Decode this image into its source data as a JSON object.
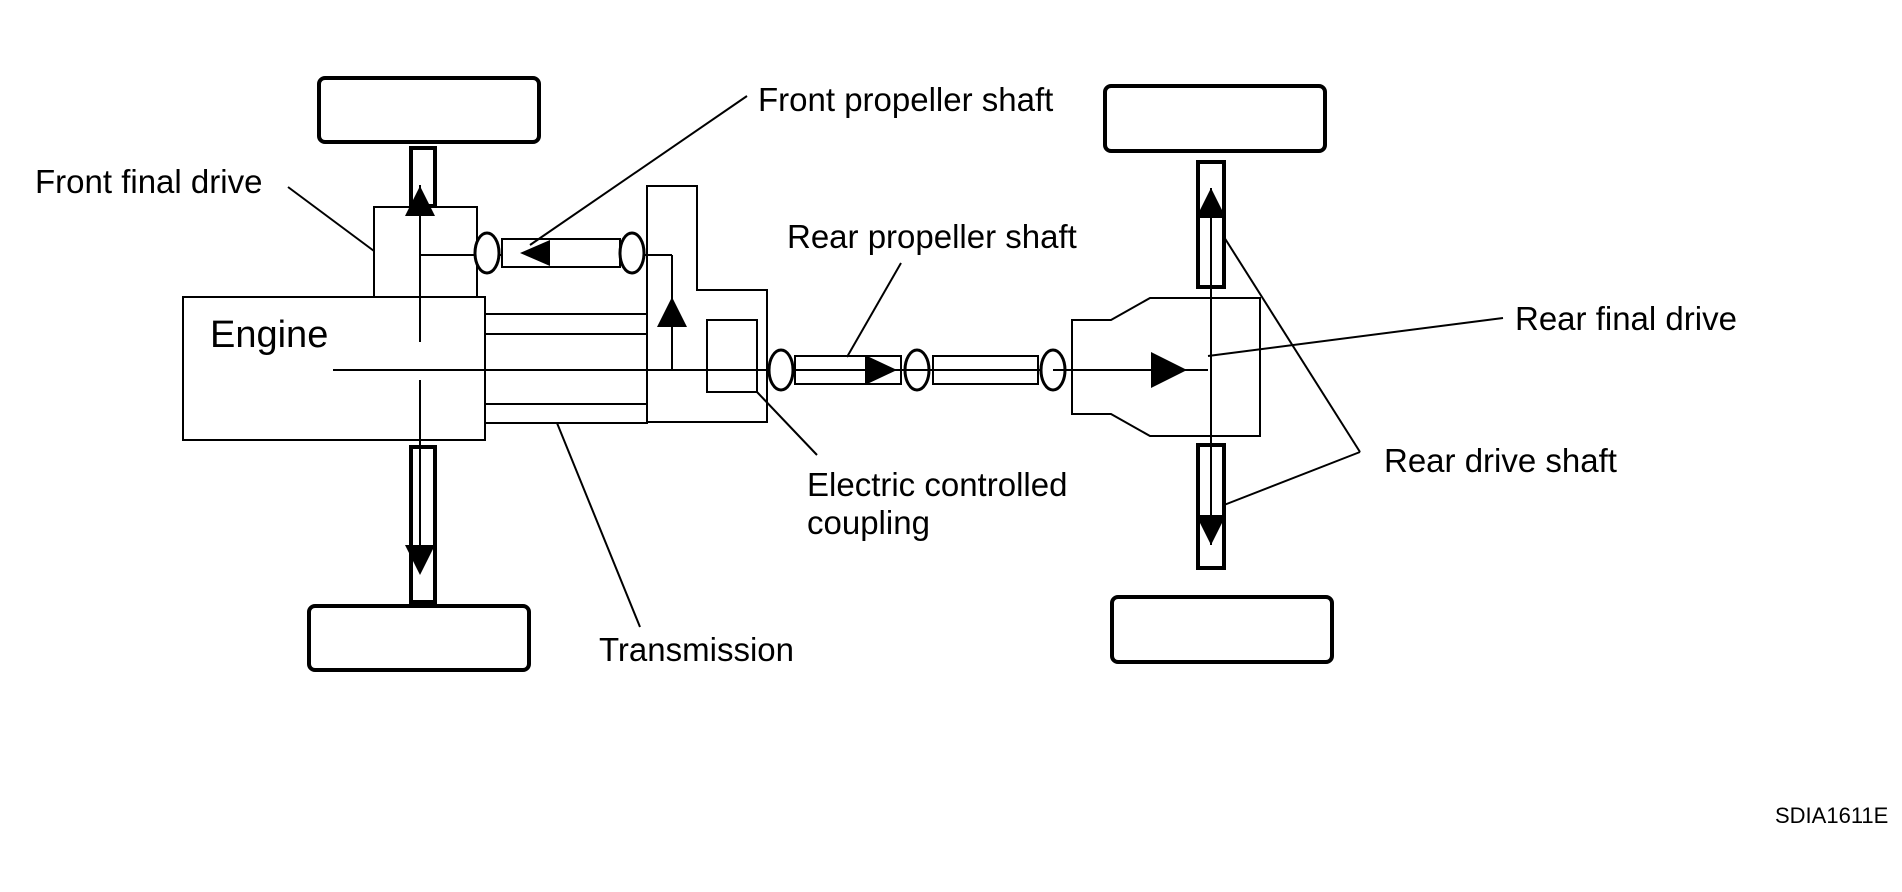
{
  "diagram": {
    "labels": {
      "engine": "Engine",
      "front_final_drive": "Front final drive",
      "front_propeller_shaft": "Front propeller shaft",
      "rear_propeller_shaft": "Rear propeller shaft",
      "rear_final_drive": "Rear final drive",
      "rear_drive_shaft": "Rear drive shaft",
      "electric_controlled_coupling_line1": "Electric controlled",
      "electric_controlled_coupling_line2": "coupling",
      "transmission": "Transmission"
    },
    "figure_code": "SDIA1611E"
  }
}
